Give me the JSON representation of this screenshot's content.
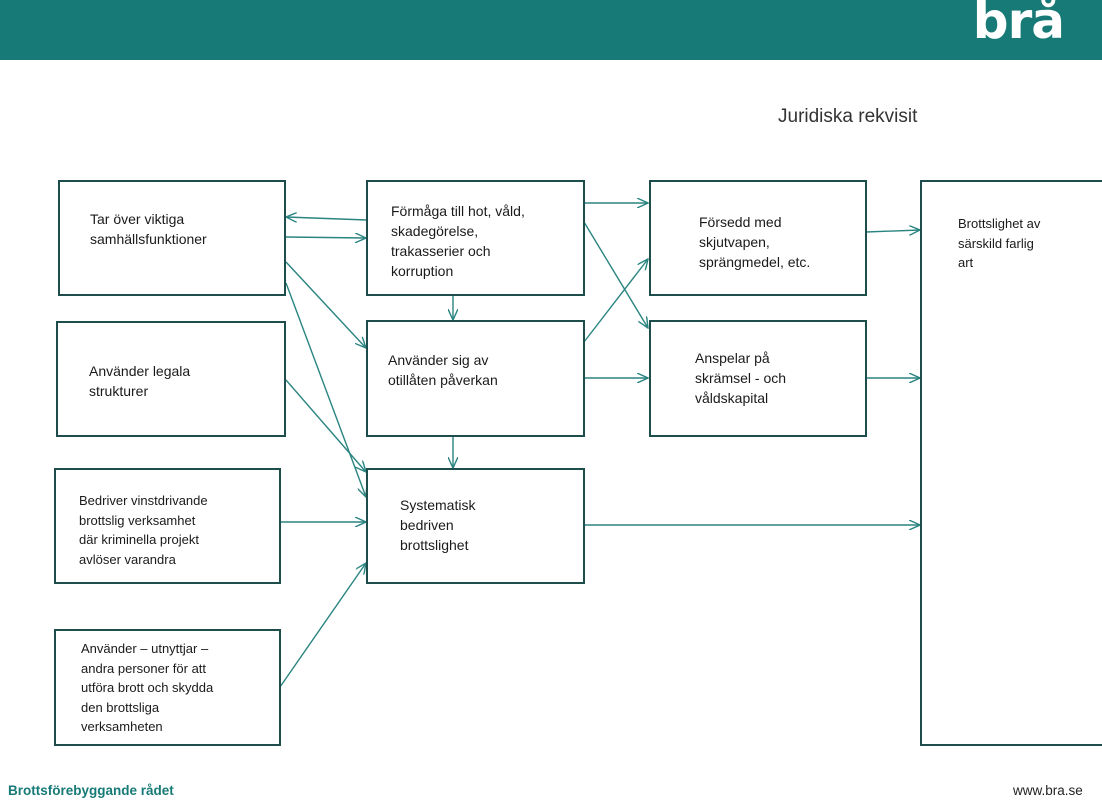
{
  "header": {
    "logo_text": "brå",
    "brand_color": "#177a77"
  },
  "diagram": {
    "heading": "Juridiska rekvisit",
    "nodes": {
      "tar_over": "Tar över viktiga\nsamhällsfunktioner",
      "legala": "Använder legala\nstrukturer",
      "vinstdrivande": "Bedriver vinstdrivande\nbrottslig verksamhet\ndär  kriminella projekt\navlöser varandra",
      "utnyttjar": "Använder – utnyttjar –\nandra personer för att\nutföra brott och skydda\nden brottsliga\nverksamheten",
      "formaga": "Förmåga till hot, våld,\nskadegörelse,\ntrakasserier och\nkorruption",
      "otillaten": "Använder sig av\notillåten påverkan",
      "systematisk": "Systematisk\nbedriven\nbrottslighet",
      "forsedd": "Försedd med\nskjutvapen,\nsprängmedel, etc.",
      "anspelar": "Anspelar på\nskrämsel  - och\nvåldskapital",
      "brottslighet": "Brottslighet av\nsärskild farlig\nart"
    },
    "edge_color": "#2a8480",
    "border_color": "#1d4e4b"
  },
  "footer": {
    "org_name": "Brottsförebyggande rådet",
    "url": "www.bra.se"
  }
}
